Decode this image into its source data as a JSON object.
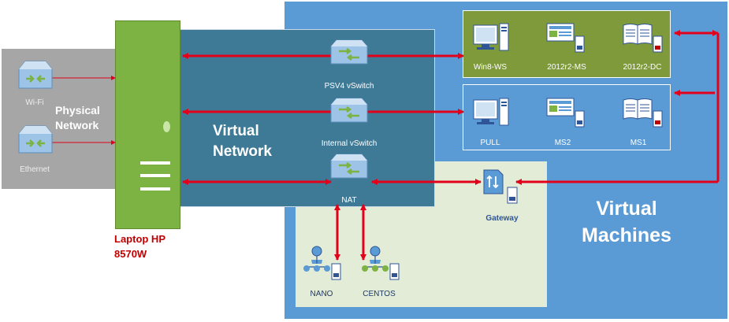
{
  "physical": {
    "title": "Physical\nNetwork",
    "adapters": [
      {
        "label": "Wi-Fi",
        "icon": "network-adapter-icon"
      },
      {
        "label": "Ethernet",
        "icon": "network-adapter-icon"
      }
    ]
  },
  "laptop": {
    "label": "Laptop HP\n8570W",
    "color": "#7cb342"
  },
  "virtual_network": {
    "title": "Virtual\nNetwork",
    "switches": [
      {
        "label": "PSV4 vSwitch",
        "icon": "vswitch-icon"
      },
      {
        "label": "Internal vSwitch",
        "icon": "vswitch-icon"
      },
      {
        "label": "NAT",
        "icon": "vswitch-icon"
      }
    ]
  },
  "virtual_machines": {
    "title": "Virtual\nMachines",
    "group_top": [
      {
        "label": "Win8-WS",
        "icon": "workstation-icon"
      },
      {
        "label": "2012r2-MS",
        "icon": "server-icon"
      },
      {
        "label": "2012r2-DC",
        "icon": "directory-icon"
      }
    ],
    "group_mid": [
      {
        "label": "PULL",
        "icon": "workstation-icon"
      },
      {
        "label": "MS2",
        "icon": "server-icon"
      },
      {
        "label": "MS1",
        "icon": "directory-icon"
      }
    ],
    "gateway": {
      "label": "Gateway",
      "icon": "gateway-icon"
    },
    "nat_vms": [
      {
        "label": "NANO",
        "icon": "user-group-icon"
      },
      {
        "label": "CENTOS",
        "icon": "user-group-icon"
      }
    ]
  },
  "colors": {
    "physical_bg": "#a6a6a6",
    "vnet_bg": "#3e7a96",
    "vm_bg": "#5b9bd5",
    "nat_area_bg": "#e2ecd6",
    "group_top_bg": "#7f9a3b",
    "arrow": "#e3001b"
  }
}
